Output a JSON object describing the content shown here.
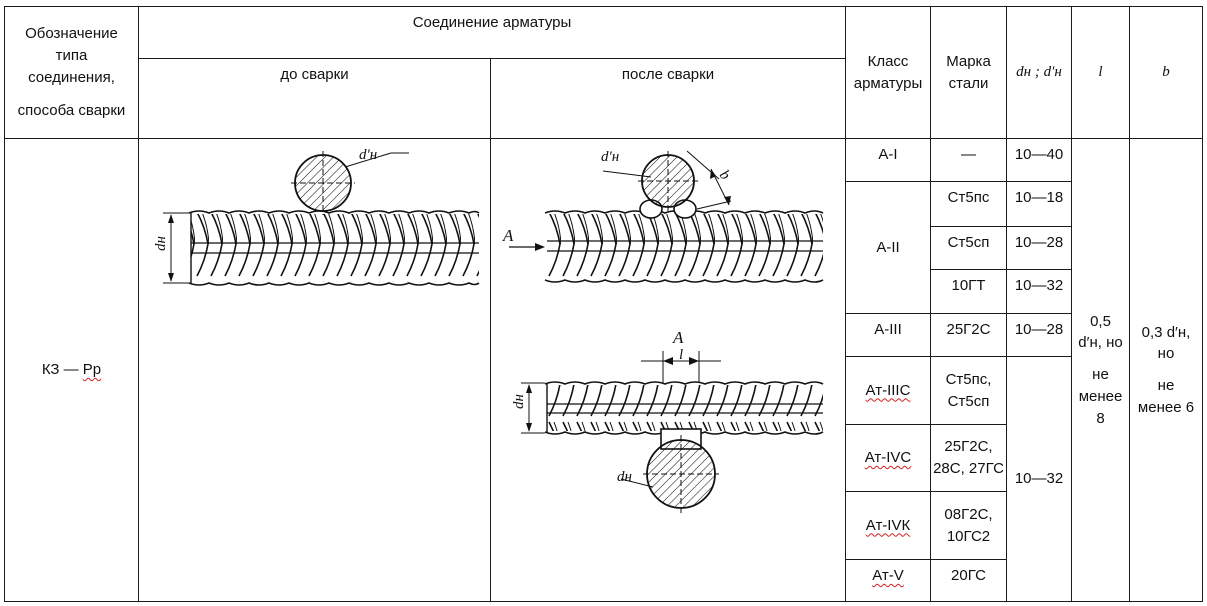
{
  "header": {
    "designation": [
      "Обозначение",
      "типа",
      "соединения,",
      "способа сварки"
    ],
    "connection": "Соединение арматуры",
    "before": "до сварки",
    "after": "после сварки",
    "rebar_class": [
      "Класс",
      "арматуры"
    ],
    "steel_grade": [
      "Марка",
      "стали"
    ],
    "diam": "dн ; d′н",
    "l": "l",
    "b": "b"
  },
  "joint_type": {
    "prefix": "КЗ — ",
    "code": "Рр"
  },
  "drawing_labels": {
    "d_h_prime": "d′н",
    "d_h": "dн",
    "arrow_a": "A",
    "section_a": "A",
    "l": "l",
    "b": "b"
  },
  "rows": [
    {
      "class": "А-I",
      "class_wavy": false,
      "grades": [
        "—"
      ],
      "ranges": [
        "10—40"
      ]
    },
    {
      "class": "А-II",
      "class_wavy": false,
      "grades": [
        "Ст5пс",
        "Ст5сп",
        "10ГТ"
      ],
      "ranges": [
        "10—18",
        "10—28",
        "10—32"
      ]
    },
    {
      "class": "А-III",
      "class_wavy": false,
      "grades": [
        "25Г2С"
      ],
      "ranges": [
        "10—28"
      ]
    },
    {
      "class": "Ат-IIIС",
      "class_wavy": true,
      "grades": [
        "Ст5пс,",
        "Ст5сп"
      ]
    },
    {
      "class": "Ат-IVС",
      "class_wavy": true,
      "grades": [
        "25Г2С,",
        "28С, 27ГС"
      ]
    },
    {
      "class": "Ат-IVК",
      "class_wavy": true,
      "grades": [
        "08Г2С,",
        "10ГС2"
      ]
    },
    {
      "class": "Ат-V",
      "class_wavy": true,
      "grades": [
        "20ГС"
      ]
    }
  ],
  "merged_range": "10—32",
  "l_value": [
    "0,5",
    "d′н, но",
    "не",
    "менее",
    "8"
  ],
  "b_value": [
    "0,3 d′н,",
    "но",
    "не",
    "менее 6"
  ]
}
